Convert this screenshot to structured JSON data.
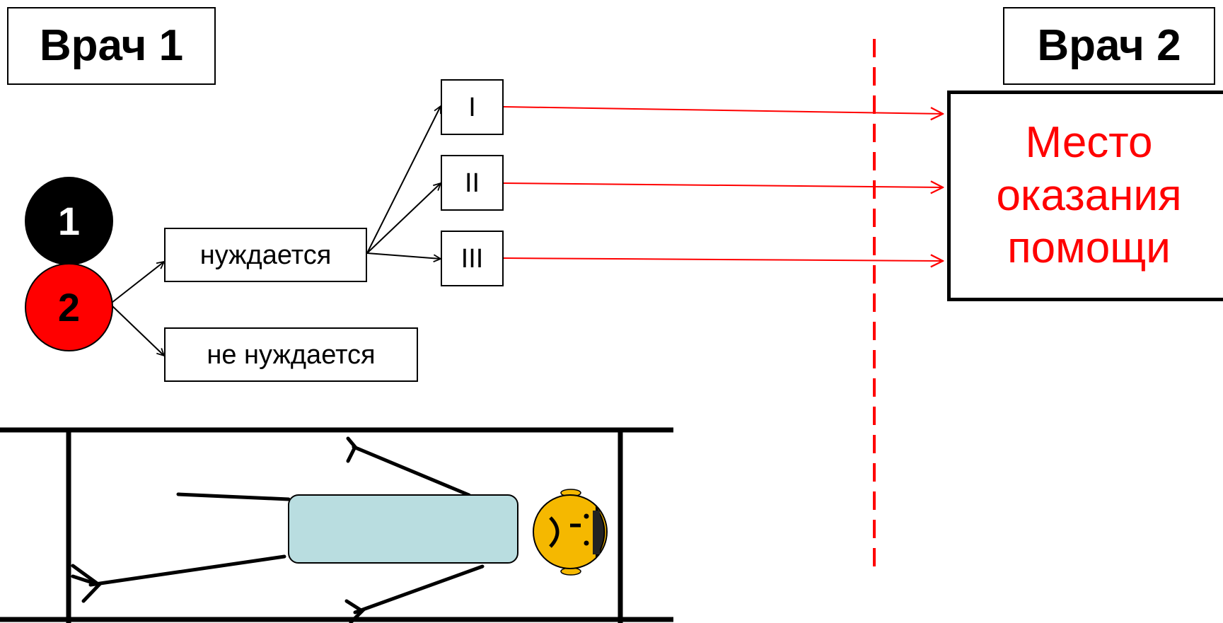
{
  "doctors": {
    "first": "Врач 1",
    "second": "Врач 2"
  },
  "nodes": {
    "black_number": "1",
    "red_number": "2"
  },
  "decisions": {
    "needs": "нуждается",
    "not_needs": "не нуждается"
  },
  "categories": [
    "I",
    "II",
    "III"
  ],
  "destination": "Место оказания помощи",
  "colors": {
    "accent": "#ff0000",
    "black_node": "#000000",
    "patient_body": "#b9dde0",
    "patient_head": "#f5b800"
  }
}
